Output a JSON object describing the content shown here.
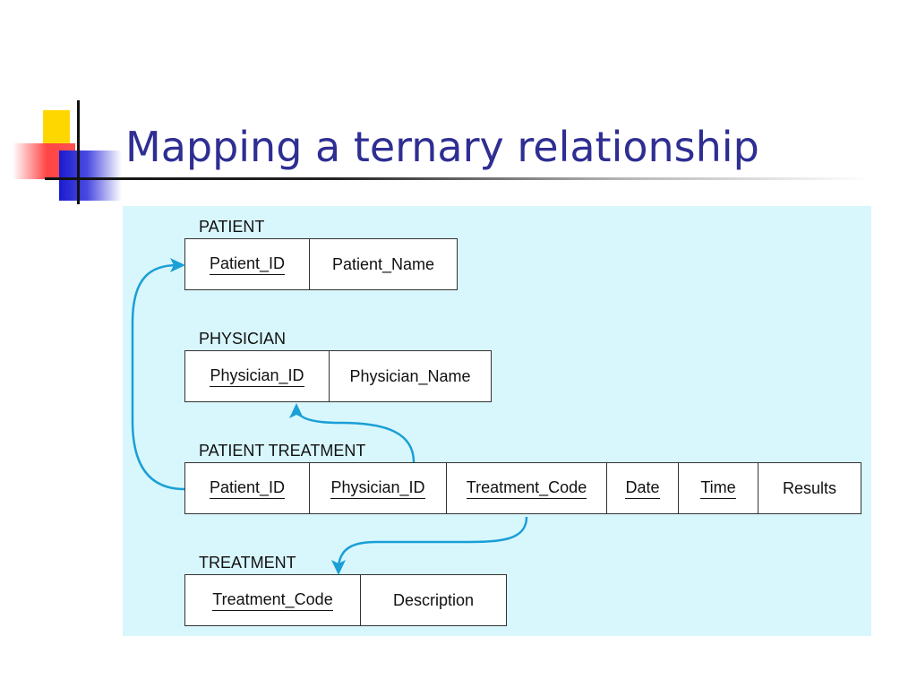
{
  "slide": {
    "title": "Mapping a ternary relationship",
    "accent_color": "#2e2e93"
  },
  "diagram": {
    "background": "#d8f7fd",
    "arrow_color": "#1a9fd6",
    "tables": {
      "patient": {
        "name": "PATIENT",
        "columns": [
          {
            "label": "Patient_ID",
            "key": true
          },
          {
            "label": "Patient_Name",
            "key": false
          }
        ]
      },
      "physician": {
        "name": "PHYSICIAN",
        "columns": [
          {
            "label": "Physician_ID",
            "key": true
          },
          {
            "label": "Physician_Name",
            "key": false
          }
        ]
      },
      "patient_treatment": {
        "name": "PATIENT TREATMENT",
        "columns": [
          {
            "label": "Patient_ID",
            "key": true
          },
          {
            "label": "Physician_ID",
            "key": true
          },
          {
            "label": "Treatment_Code",
            "key": true
          },
          {
            "label": "Date",
            "key": true
          },
          {
            "label": "Time",
            "key": true
          },
          {
            "label": "Results",
            "key": false
          }
        ]
      },
      "treatment": {
        "name": "TREATMENT",
        "columns": [
          {
            "label": "Treatment_Code",
            "key": true
          },
          {
            "label": "Description",
            "key": false
          }
        ]
      }
    },
    "relationships": [
      {
        "from": "PATIENT TREATMENT.Patient_ID",
        "to": "PATIENT.Patient_ID"
      },
      {
        "from": "PATIENT TREATMENT.Physician_ID",
        "to": "PHYSICIAN.Physician_ID"
      },
      {
        "from": "PATIENT TREATMENT.Treatment_Code",
        "to": "TREATMENT.Treatment_Code"
      }
    ]
  }
}
